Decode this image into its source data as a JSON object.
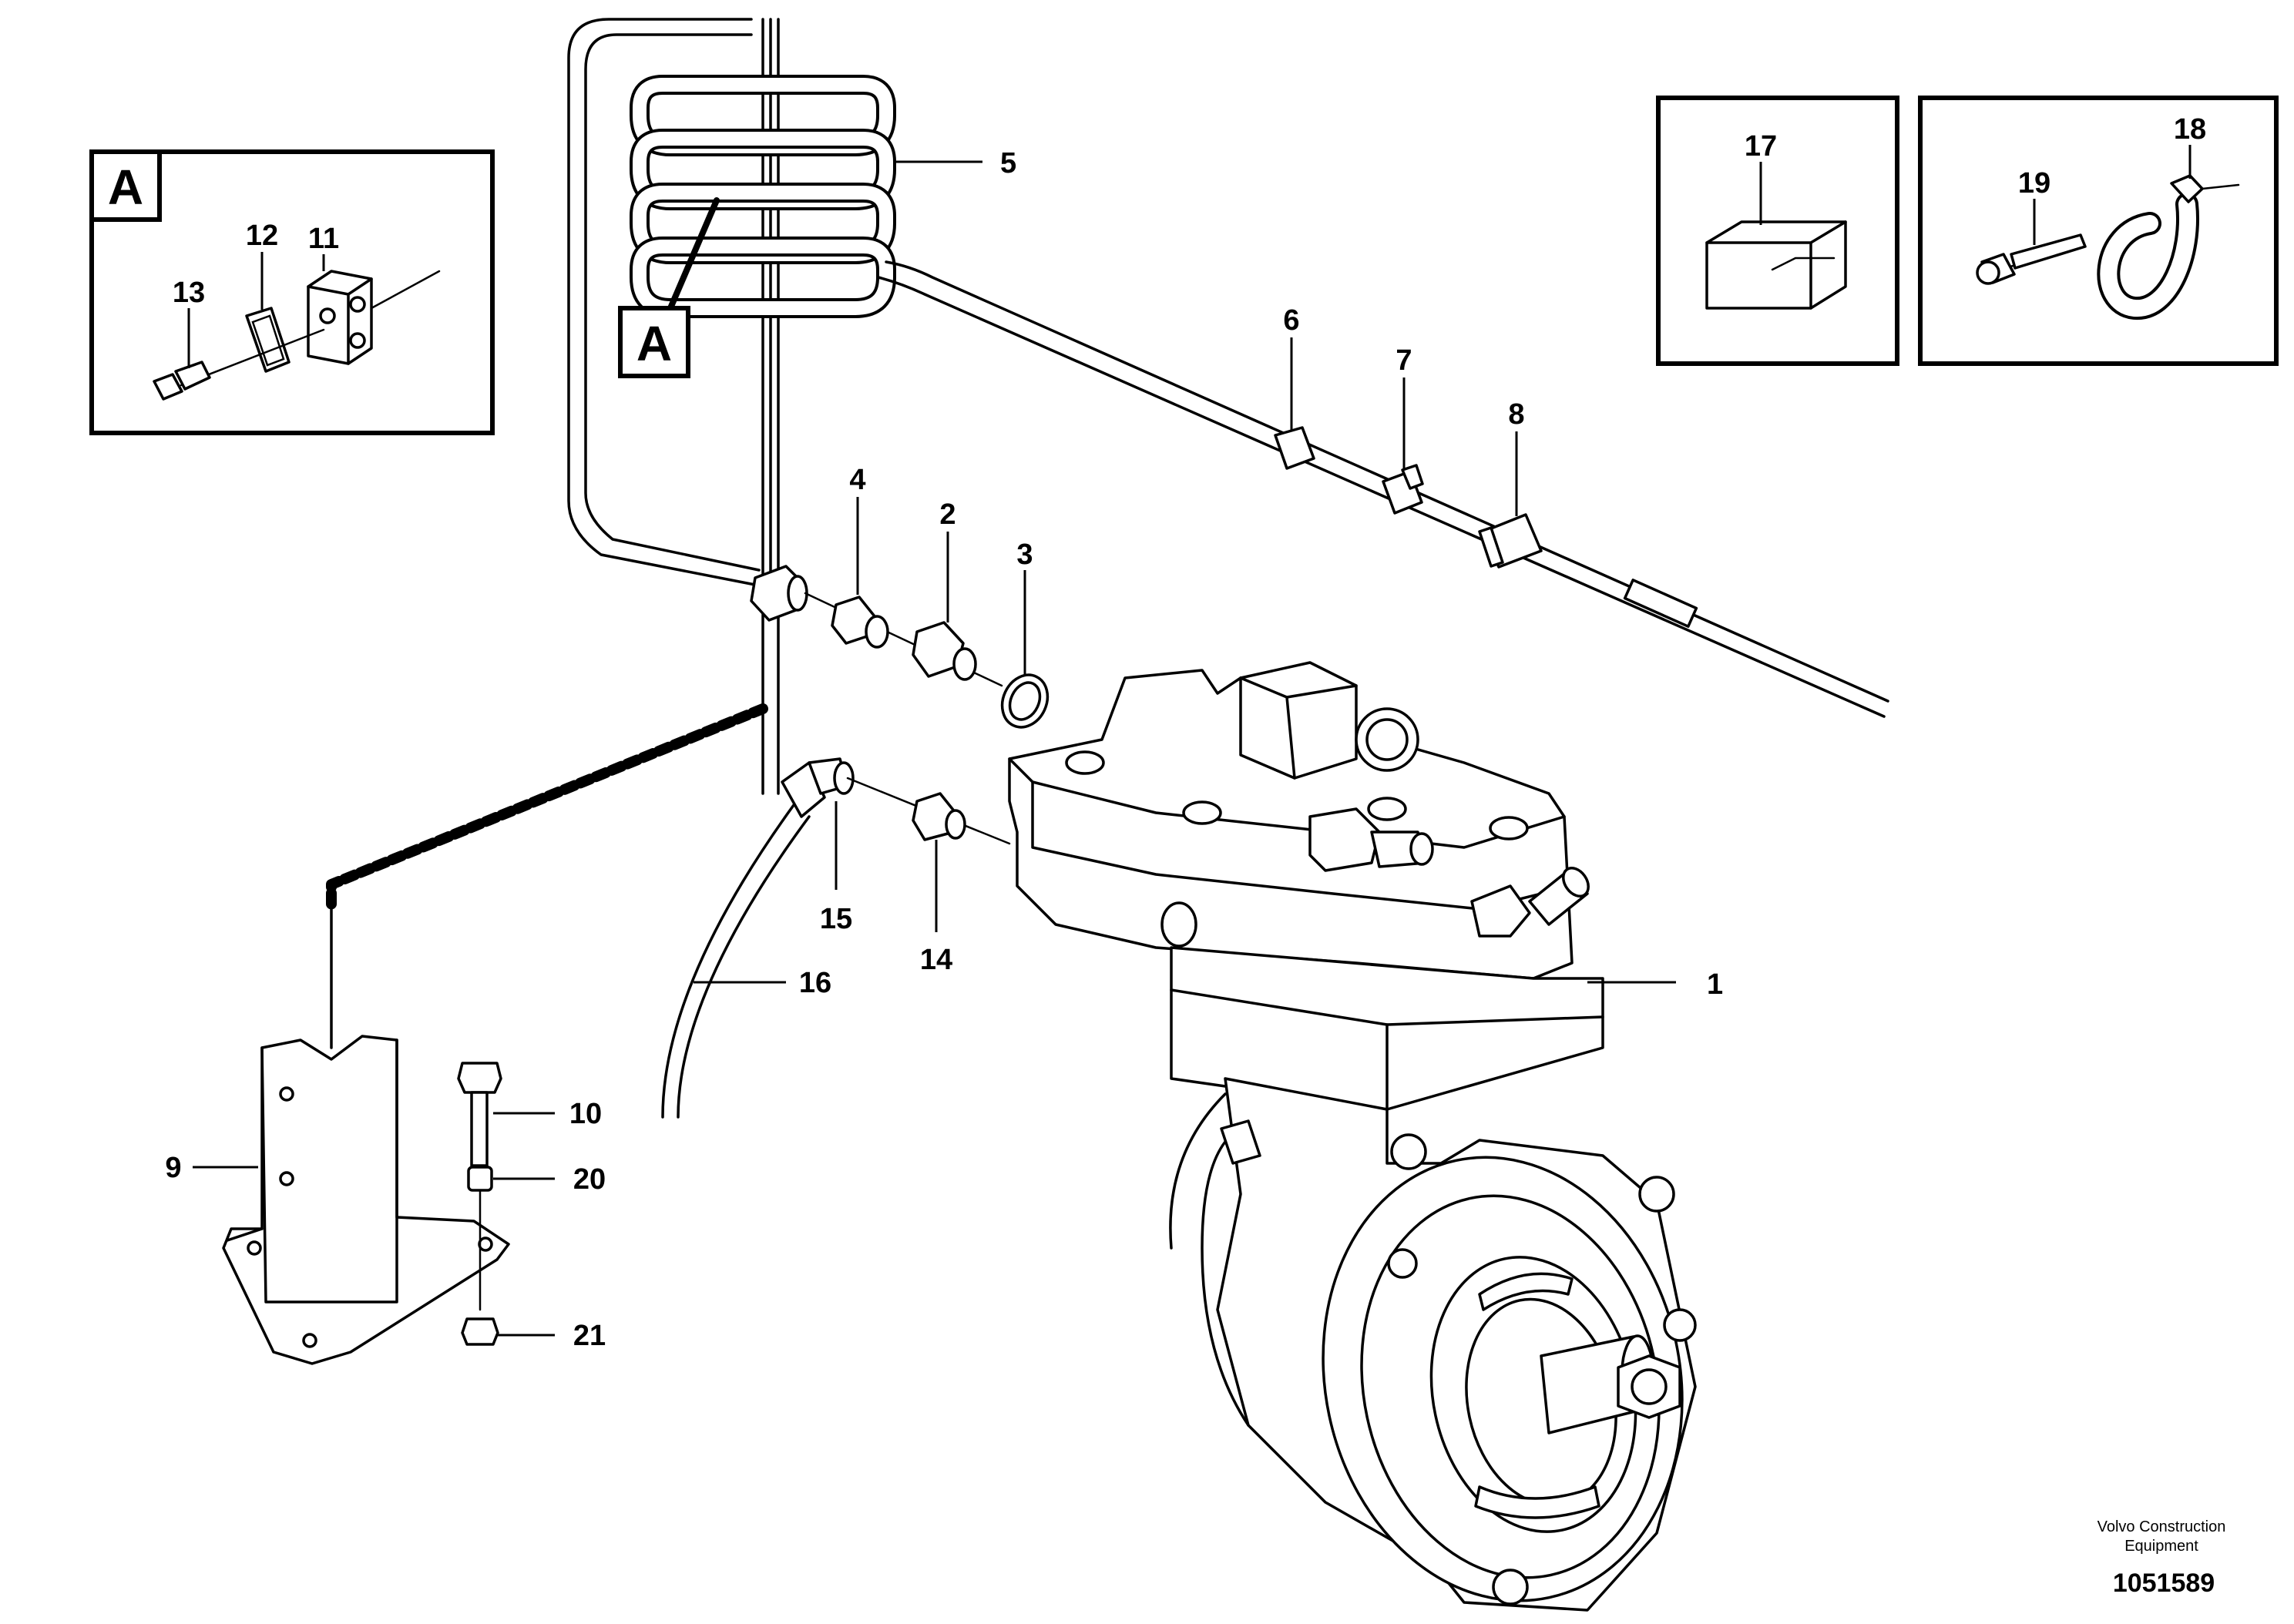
{
  "callouts": [
    "1",
    "2",
    "3",
    "4",
    "5",
    "6",
    "7",
    "8",
    "9",
    "10",
    "11",
    "12",
    "13",
    "14",
    "15",
    "16",
    "17",
    "18",
    "19",
    "20",
    "21"
  ],
  "detail_marker": "A",
  "footer": {
    "credit_line1": "Volvo Construction",
    "credit_line2": "Equipment",
    "doc_number": "1051589"
  }
}
